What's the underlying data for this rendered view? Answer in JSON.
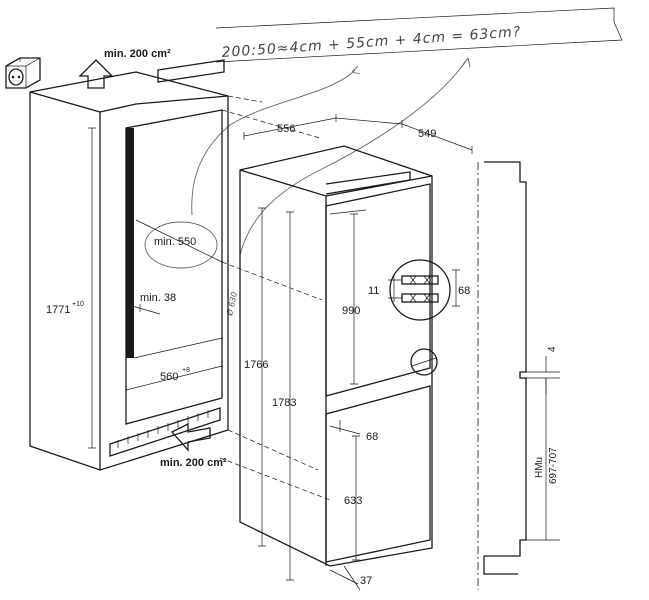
{
  "annotation": {
    "handwritten_formula": "200:50≈4cm + 55cm + 4cm = 63cm?",
    "side_note": "Ø 630"
  },
  "labels": {
    "vent_top": "min. 200 cm²",
    "vent_bottom": "min. 200 cm²",
    "min_depth": "min. 550",
    "min_gap": "min. 38",
    "niche_height": "1771",
    "niche_height_tol": "+10",
    "niche_width": "560",
    "niche_width_tol": "+8",
    "appliance_width": "556",
    "appliance_depth": "549",
    "height_total": "1783",
    "height_body": "1766",
    "upper_door": "990",
    "lower_door": "633",
    "door_gap": "68",
    "hinge_gap": "11",
    "hinge_height": "68",
    "bottom_offset": "37",
    "side_top_gap": "4",
    "hmu": "HMu",
    "hmu_range": "697-707"
  }
}
